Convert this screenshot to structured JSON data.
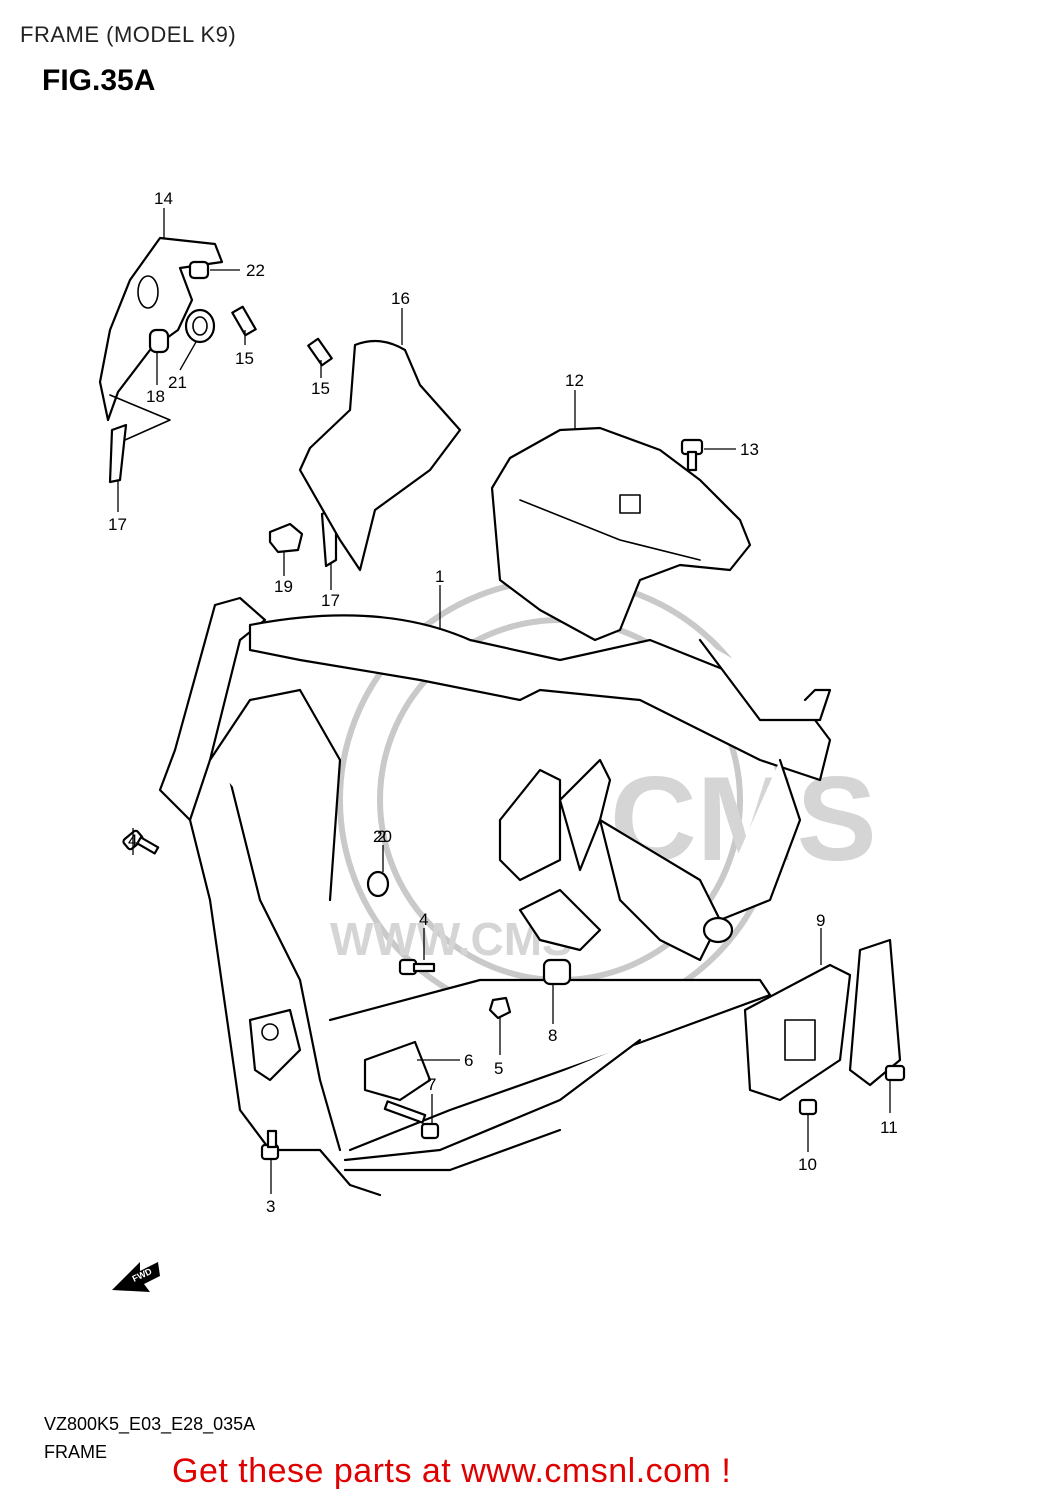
{
  "header": {
    "title": "FRAME (MODEL K9)",
    "figure": "FIG.35A"
  },
  "callouts": [
    {
      "id": "c14",
      "text": "14"
    },
    {
      "id": "c22",
      "text": "22"
    },
    {
      "id": "c15a",
      "text": "15"
    },
    {
      "id": "c21",
      "text": "21"
    },
    {
      "id": "c18",
      "text": "18"
    },
    {
      "id": "c17a",
      "text": "17"
    },
    {
      "id": "c16",
      "text": "16"
    },
    {
      "id": "c15b",
      "text": "15"
    },
    {
      "id": "c12",
      "text": "12"
    },
    {
      "id": "c13",
      "text": "13"
    },
    {
      "id": "c19",
      "text": "19"
    },
    {
      "id": "c17b",
      "text": "17"
    },
    {
      "id": "c1",
      "text": "1"
    },
    {
      "id": "c4a",
      "text": "4"
    },
    {
      "id": "c2",
      "text": "2"
    },
    {
      "id": "c20",
      "text": "20"
    },
    {
      "id": "c4b",
      "text": "4"
    },
    {
      "id": "c9",
      "text": "9"
    },
    {
      "id": "c8",
      "text": "8"
    },
    {
      "id": "c6",
      "text": "6"
    },
    {
      "id": "c5",
      "text": "5"
    },
    {
      "id": "c7",
      "text": "7"
    },
    {
      "id": "c11",
      "text": "11"
    },
    {
      "id": "c10",
      "text": "10"
    },
    {
      "id": "c3",
      "text": "3"
    }
  ],
  "fwd_label": "FWD",
  "watermark": {
    "text": "WWW.CMS",
    "text2": "CMS"
  },
  "footer": {
    "code": "VZ800K5_E03_E28_035A",
    "label": "FRAME",
    "cta": "Get these parts at www.cmsnl.com !"
  }
}
